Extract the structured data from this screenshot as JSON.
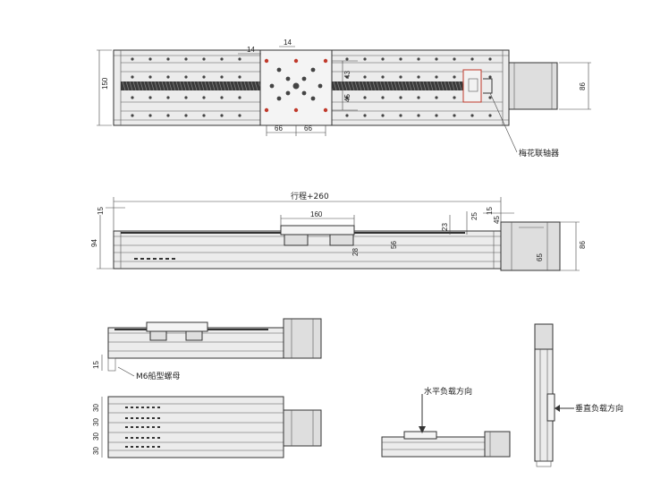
{
  "top_view": {
    "dim_width": "150",
    "dim_motor_height": "86",
    "dim_plate_top": "14",
    "dim_plate_side": "14",
    "dim_hole_v1": "43",
    "dim_hole_v2": "45",
    "dim_hole_h1": "66",
    "dim_hole_h2": "66",
    "coupling_label": "梅花联轴器"
  },
  "side_view": {
    "dim_stroke": "行程+260",
    "dim_plate_len": "160",
    "dim_left_top": "15",
    "dim_height": "94",
    "dim_23": "23",
    "dim_25": "25",
    "dim_15": "15",
    "dim_45": "45",
    "dim_86": "86",
    "dim_28": "28",
    "dim_56": "56",
    "dim_65": "65"
  },
  "small_views": {
    "dim_15": "15",
    "nut_label": "M6船型螺母",
    "rail_dims": [
      "30",
      "30",
      "30",
      "30"
    ],
    "horizontal_load_label": "水平负载方向",
    "vertical_load_label": "垂直负载方向"
  }
}
